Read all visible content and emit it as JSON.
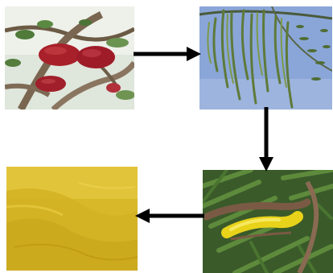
{
  "diagram": {
    "panels": [
      {
        "id": "p1",
        "content": "red-fruit-cluster-photo"
      },
      {
        "id": "p2",
        "content": "hanging-green-pods-photo"
      },
      {
        "id": "p3",
        "content": "yellow-seed-pod-on-leaves-photo"
      },
      {
        "id": "p4",
        "content": "yellow-powder-photo"
      }
    ],
    "arrows": [
      {
        "from": "p1",
        "to": "p2",
        "direction": "right"
      },
      {
        "from": "p2",
        "to": "p3",
        "direction": "down"
      },
      {
        "from": "p3",
        "to": "p4",
        "direction": "left"
      }
    ],
    "colors": {
      "arrow": "#000000",
      "fruit_red": "#a8202a",
      "sky_blue": "#8aa6d8",
      "pod_yellow": "#e8d21a",
      "powder_yellow": "#d8b828"
    }
  }
}
